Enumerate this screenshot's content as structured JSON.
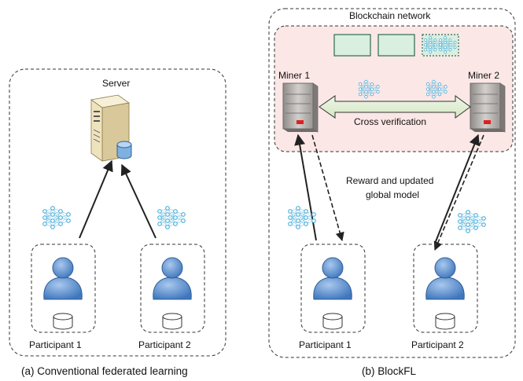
{
  "colors": {
    "accent_blue": "#5b8fd0",
    "nn_node": "#5bb7df",
    "panel_pink": "#fbe7e6",
    "block_green": "#d9efe0",
    "block_border": "#2f6b4a",
    "server_beige": "#f0e6c8",
    "miner_gray": "#b9b6b4"
  },
  "left_panel": {
    "server_label": "Server",
    "participant_1_label": "Participant 1",
    "participant_2_label": "Participant 2",
    "caption": "(a) Conventional federated learning"
  },
  "right_panel": {
    "network_label": "Blockchain network",
    "miner_1_label": "Miner 1",
    "miner_2_label": "Miner 2",
    "cross_label": "Cross verification",
    "reward_label_line1": "Reward and updated",
    "reward_label_line2": "global model",
    "participant_1_label": "Participant 1",
    "participant_2_label": "Participant 2",
    "caption": "(b) BlockFL"
  },
  "icons": [
    "server-icon",
    "database-icon",
    "miner-server-icon",
    "user-icon",
    "neural-network-icon",
    "block-icon"
  ]
}
